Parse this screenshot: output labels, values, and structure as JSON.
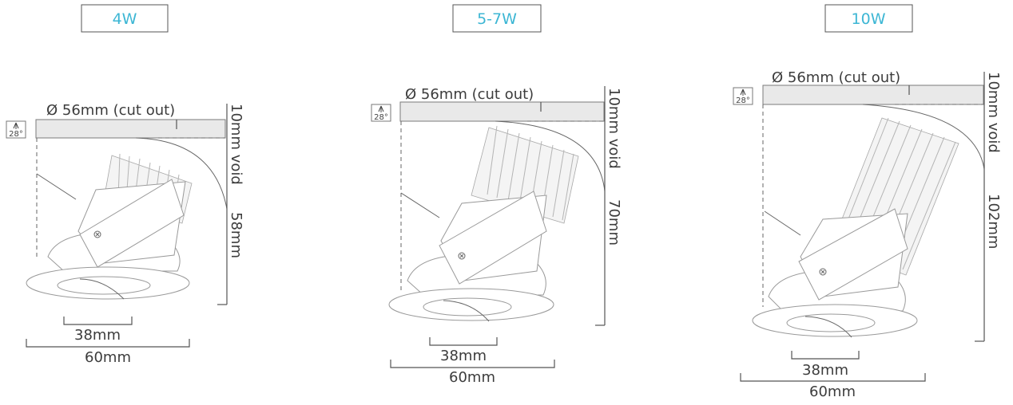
{
  "colors": {
    "accent": "#3cb6d4",
    "line": "#555555",
    "text": "#3c3c3c",
    "ceiling": "#e9e9e9"
  },
  "icons": {
    "tilt": "tilt-angle-icon"
  },
  "variants": [
    {
      "wattage": "4W",
      "tilt": "28°",
      "cut_out": "Ø 56mm (cut out)",
      "void": "10mm void",
      "height": "58mm",
      "inner_width": "38mm",
      "outer_width": "60mm"
    },
    {
      "wattage": "5-7W",
      "tilt": "28°",
      "cut_out": "Ø 56mm (cut out)",
      "void": "10mm void",
      "height": "70mm",
      "inner_width": "38mm",
      "outer_width": "60mm"
    },
    {
      "wattage": "10W",
      "tilt": "28°",
      "cut_out": "Ø 56mm (cut out)",
      "void": "10mm void",
      "height": "102mm",
      "inner_width": "38mm",
      "outer_width": "60mm"
    }
  ]
}
